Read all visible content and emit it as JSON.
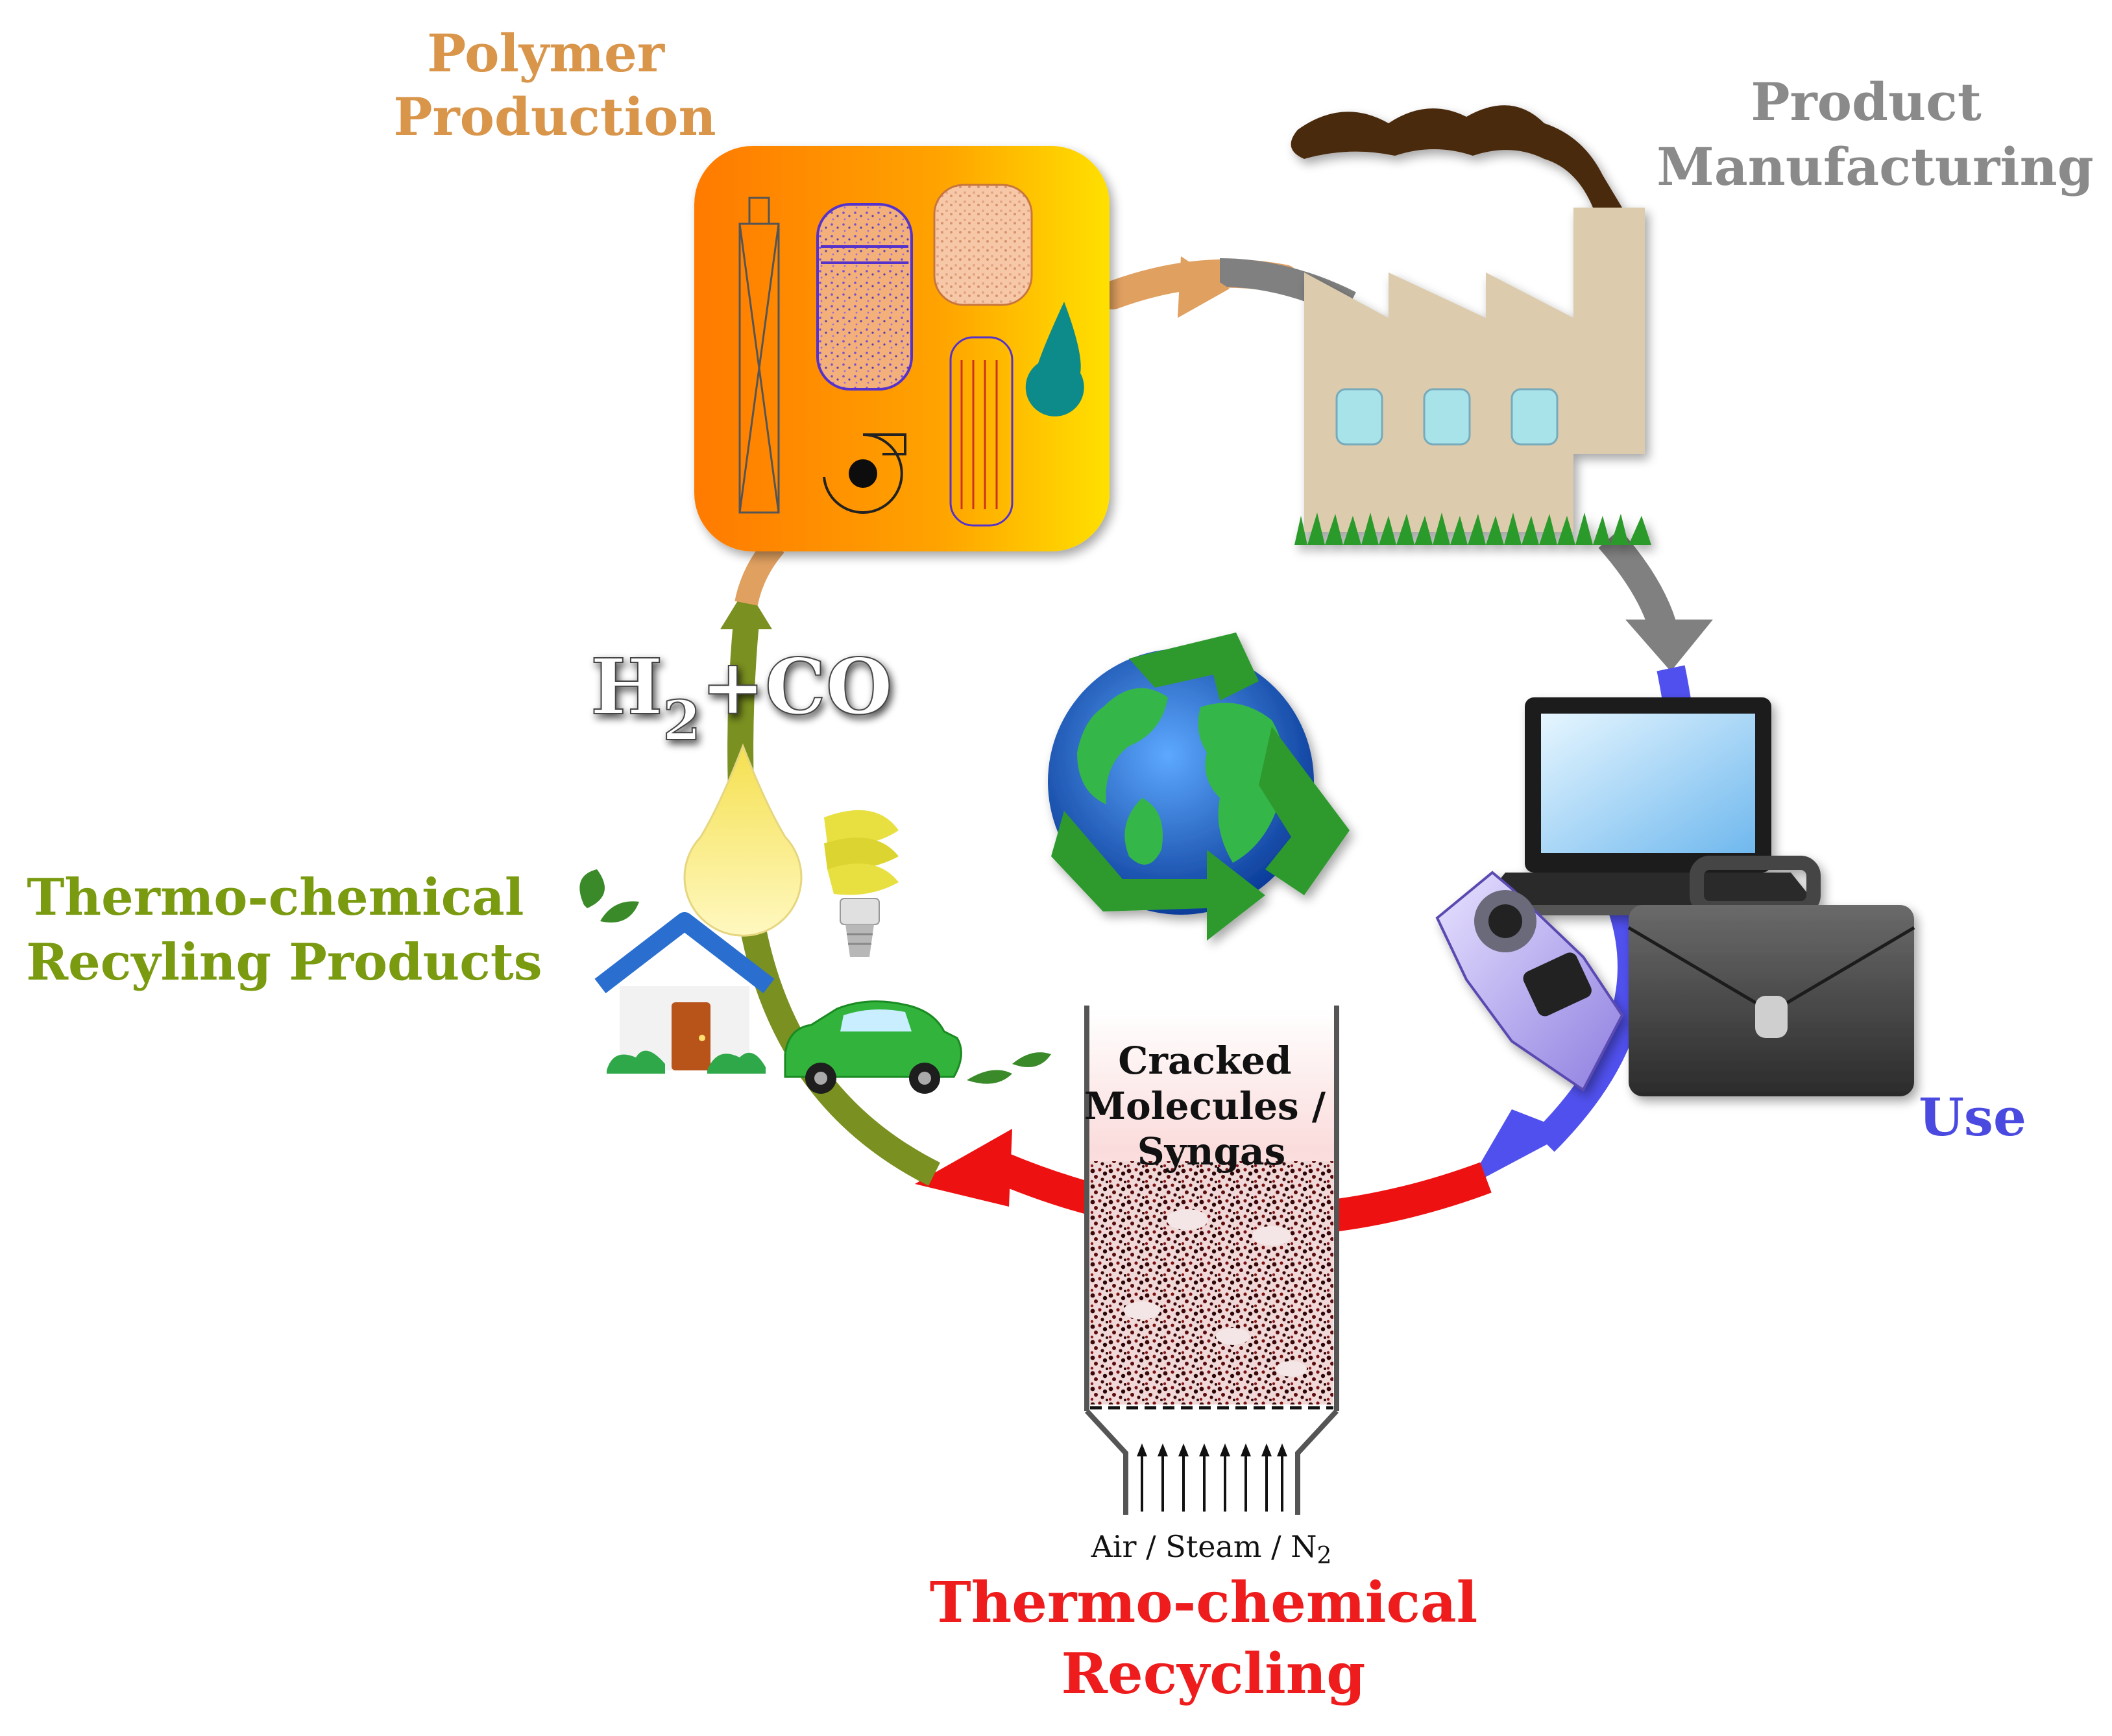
{
  "labels": {
    "polymer_production": [
      "Polymer",
      "Production"
    ],
    "product_manufacturing": [
      "Product",
      "Manufacturing"
    ],
    "use": "Use",
    "thermo_chemical_recycling": [
      "Thermo-chemical",
      "Recycling"
    ],
    "thermo_chemical_recycling_products": [
      "Thermo-chemical",
      "Recyling Products"
    ],
    "syngas_formula": {
      "h": "H",
      "sub": "2",
      "rest": "+CO"
    },
    "reactor_zone": [
      "Cracked",
      "Molecules /",
      "Syngas"
    ],
    "reactor_feed": {
      "main": "Air / Steam / N",
      "sub": "2"
    }
  },
  "colors": {
    "polymer_production": "#d9954a",
    "product_manufacturing": "#8a8a8a",
    "use": "#4a4ae0",
    "thermo_chemical_recycling": "#ee1c1c",
    "recycling_products": "#7a9a10",
    "arrow_orange": "#e0a060",
    "arrow_gray": "#808080",
    "arrow_blue": "#5050ee",
    "arrow_red": "#ee1111",
    "arrow_green": "#7a9020"
  },
  "icons": [
    "polymer-plant-icon",
    "factory-icon",
    "smoke-icon",
    "laptop-icon",
    "briefcase-icon",
    "camera-phone-icon",
    "recycle-globe-icon",
    "reactor-icon",
    "oil-drop-icon",
    "lightbulb-icon",
    "house-icon",
    "car-icon",
    "leaf-icon"
  ]
}
